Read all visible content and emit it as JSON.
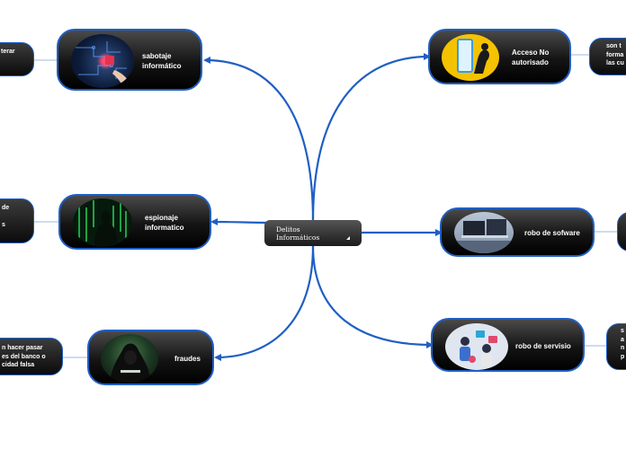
{
  "center": {
    "label": "Delitos\nInformáticos",
    "toggle_icon": "corner-triangle-icon"
  },
  "branches": {
    "sabotaje": {
      "label": "sabotaje\ninformático",
      "image": "circuit-hand-image",
      "leaf": "terar"
    },
    "espionaje": {
      "label": "espionaje\ninformatico",
      "image": "hacker-code-image",
      "leaf": "de\n\ns"
    },
    "fraudes": {
      "label": "fraudes",
      "image": "hooded-hacker-image",
      "leaf": "n hacer pasar\nes del banco o\ncidad falsa"
    },
    "acceso": {
      "label": "Acceso No\nautorisado",
      "image": "intruder-phone-image",
      "leaf": "son t\nforma\nlas cu"
    },
    "robo_software": {
      "label": "robo de sofware",
      "image": "laptops-image",
      "leaf": ""
    },
    "robo_servicio": {
      "label": "robo de servisio",
      "image": "service-people-image",
      "leaf": "s\na\nn\np"
    }
  },
  "colors": {
    "connector": "#1f5fc4",
    "node_border": "#1f5fc4",
    "node_fill": "#111111"
  }
}
